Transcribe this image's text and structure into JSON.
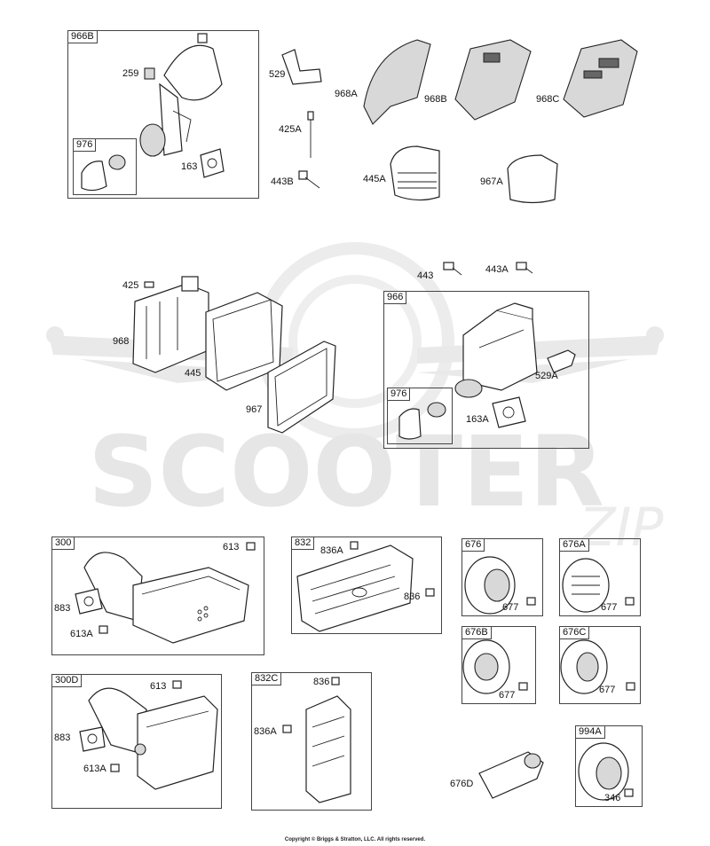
{
  "watermark": {
    "brand": "SCOOTER",
    "sub": "ZIP"
  },
  "copyright": "Copyright © Briggs & Stratton, LLC. All rights reserved.",
  "boxes": {
    "b966B": "966B",
    "b976a": "976",
    "b966": "966",
    "b976b": "976",
    "b300": "300",
    "b832": "832",
    "b676": "676",
    "b676A": "676A",
    "b676B": "676B",
    "b676C": "676C",
    "b300D": "300D",
    "b832C": "832C",
    "b994A": "994A"
  },
  "labels": {
    "l259": "259",
    "l163": "163",
    "l529": "529",
    "l425A": "425A",
    "l443B": "443B",
    "l968A": "968A",
    "l968B": "968B",
    "l968C": "968C",
    "l445A": "445A",
    "l967A": "967A",
    "l425": "425",
    "l968": "968",
    "l445": "445",
    "l967": "967",
    "l443": "443",
    "l443A": "443A",
    "l529A": "529A",
    "l163A": "163A",
    "l613a": "613",
    "l883a": "883",
    "l613Aa": "613A",
    "l836A": "836A",
    "l836": "836",
    "l677a": "677",
    "l677b": "677",
    "l677c": "677",
    "l677d": "677",
    "l613b": "613",
    "l883b": "883",
    "l613Ab": "613A",
    "l836b": "836",
    "l836Ab": "836A",
    "l676D": "676D",
    "l346": "346"
  }
}
